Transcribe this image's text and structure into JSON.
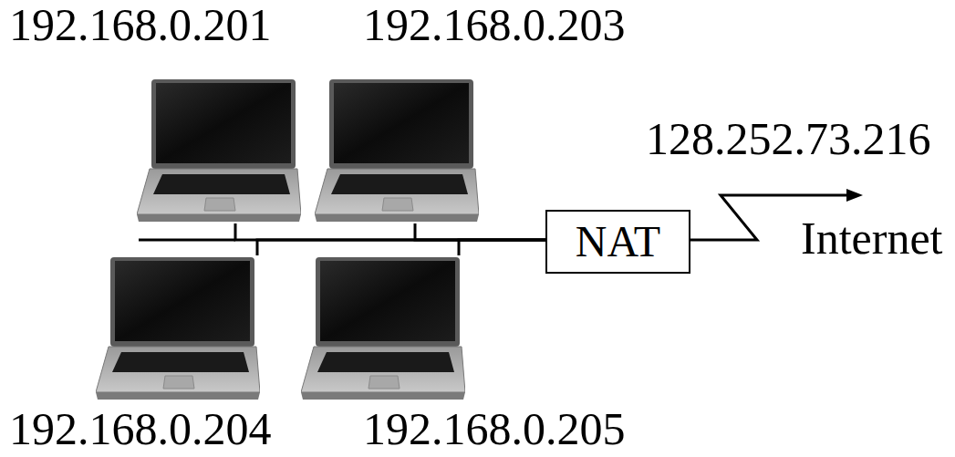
{
  "diagram": {
    "nodes": [
      {
        "text": [
          "192.168.0.201"
        ]
      },
      {
        "text": [
          "192.168.0.203"
        ]
      },
      {
        "text": [
          "NAT"
        ]
      },
      {
        "text": [
          "192.168.0.204"
        ]
      },
      {
        "text": [
          "192.168.0.205"
        ]
      }
    ],
    "edges": [
      {
        "from": 0,
        "to": 2,
        "arrow": "none"
      },
      {
        "from": 1,
        "to": 2,
        "arrow": "none"
      },
      {
        "from": 3,
        "to": 2,
        "arrow": "none"
      },
      {
        "from": 4,
        "to": 2,
        "arrow": "none"
      }
    ],
    "labels": [
      "128.252.73.216",
      "Internet"
    ]
  }
}
